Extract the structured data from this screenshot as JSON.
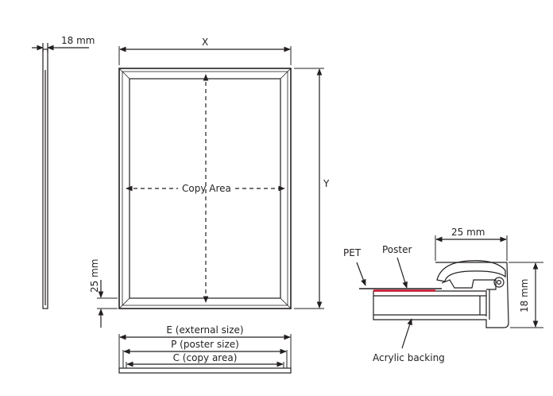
{
  "labels": {
    "side_thickness": "18 mm",
    "width_x": "X",
    "height_y": "Y",
    "copy_area": "Copy Area",
    "border_width": "25 mm",
    "external_size": "E (external size)",
    "poster_size": "P (poster size)",
    "copy_area_size": "C (copy area)",
    "profile_width": "25 mm",
    "profile_height": "18 mm",
    "pet": "PET",
    "poster": "Poster",
    "acrylic_backing": "Acrylic backing"
  },
  "colors": {
    "line": "#231f20",
    "poster": "#c8102e"
  }
}
